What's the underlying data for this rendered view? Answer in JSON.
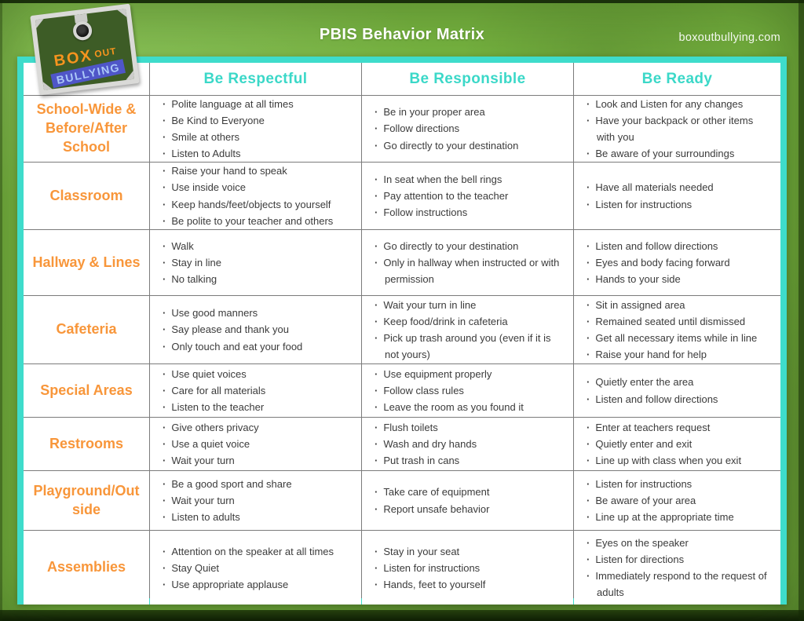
{
  "header": {
    "title": "PBIS Behavior Matrix",
    "website": "boxoutbullying.com"
  },
  "logo": {
    "word1": "BOX",
    "word2": "OUT",
    "word3": "BULLYING"
  },
  "colors": {
    "accent_teal": "#3EDCCB",
    "accent_orange": "#F8963A",
    "background_green": "#74B03E",
    "logo_orange": "#F7941E",
    "logo_blue": "#4F56C8"
  },
  "table": {
    "columns": [
      "Be Respectful",
      "Be Responsible",
      "Be Ready"
    ],
    "rows": [
      {
        "label": "School-Wide & Before/After School",
        "respectful": [
          "Polite language at all times",
          "Be Kind to Everyone",
          "Smile at others",
          "Listen to Adults"
        ],
        "responsible": [
          "Be in your proper area",
          "Follow directions",
          "Go directly to your destination"
        ],
        "ready": [
          "Look and Listen for any changes",
          "Have your backpack or other items with you",
          "Be aware of your surroundings"
        ]
      },
      {
        "label": "Classroom",
        "respectful": [
          "Raise your hand to speak",
          "Use inside voice",
          "Keep hands/feet/objects to yourself",
          "Be polite to your teacher and others"
        ],
        "responsible": [
          "In seat when the bell rings",
          "Pay attention to the teacher",
          "Follow instructions"
        ],
        "ready": [
          "Have all materials needed",
          "Listen for instructions"
        ]
      },
      {
        "label": "Hallway & Lines",
        "respectful": [
          "Walk",
          "Stay in line",
          "No talking"
        ],
        "responsible": [
          "Go directly to your destination",
          "Only in hallway when instructed or with permission"
        ],
        "ready": [
          "Listen and follow directions",
          "Eyes and body facing forward",
          "Hands to your side"
        ]
      },
      {
        "label": "Cafeteria",
        "respectful": [
          "Use good manners",
          "Say please and thank you",
          "Only touch and eat your food"
        ],
        "responsible": [
          "Wait your turn in line",
          "Keep food/drink in cafeteria",
          "Pick up trash around you (even if it is not yours)"
        ],
        "ready": [
          "Sit in assigned area",
          "Remained seated until dismissed",
          "Get all necessary items while in line",
          "Raise your hand for help"
        ]
      },
      {
        "label": "Special Areas",
        "respectful": [
          "Use quiet voices",
          "Care for all materials",
          "Listen to the teacher"
        ],
        "responsible": [
          "Use equipment properly",
          "Follow class rules",
          "Leave the room as you found it"
        ],
        "ready": [
          "Quietly enter the area",
          "Listen and follow directions"
        ]
      },
      {
        "label": "Restrooms",
        "respectful": [
          "Give others privacy",
          "Use a quiet voice",
          "Wait your turn"
        ],
        "responsible": [
          "Flush toilets",
          "Wash and dry hands",
          "Put trash in cans"
        ],
        "ready": [
          "Enter at teachers request",
          "Quietly enter and exit",
          "Line up with class when you exit"
        ]
      },
      {
        "label": "Playground/Outside",
        "respectful": [
          "Be a good sport and share",
          "Wait your turn",
          "Listen to adults"
        ],
        "responsible": [
          "Take care of equipment",
          "Report unsafe behavior"
        ],
        "ready": [
          "Listen for instructions",
          "Be aware of your area",
          "Line up at the appropriate time"
        ]
      },
      {
        "label": "Assemblies",
        "respectful": [
          "Attention on the speaker at all times",
          "Stay Quiet",
          "Use appropriate applause"
        ],
        "responsible": [
          "Stay in your seat",
          "Listen for instructions",
          "Hands, feet to yourself"
        ],
        "ready": [
          "Eyes on the speaker",
          "Listen for directions",
          "Immediately respond to the request of adults"
        ]
      }
    ]
  }
}
